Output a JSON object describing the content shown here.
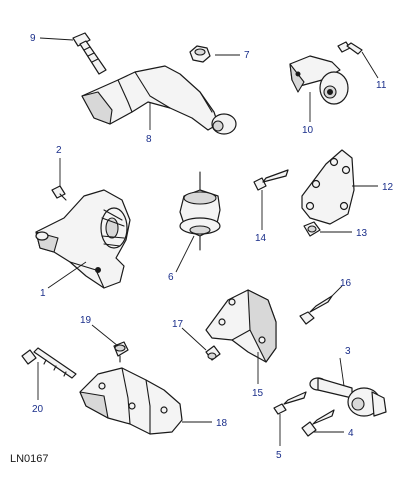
{
  "figure_id": "LN0167",
  "callouts": {
    "c1": "1",
    "c2": "2",
    "c3": "3",
    "c4": "4",
    "c5": "5",
    "c6": "6",
    "c7": "7",
    "c8": "8",
    "c9": "9",
    "c10": "10",
    "c11": "11",
    "c12": "12",
    "c13": "13",
    "c14": "14",
    "c15": "15",
    "c16": "16",
    "c17": "17",
    "c18": "18",
    "c19": "19",
    "c20": "20"
  },
  "colors": {
    "callout": "#1a2e8a",
    "linework": "#1a1a1a",
    "background": "#ffffff"
  }
}
